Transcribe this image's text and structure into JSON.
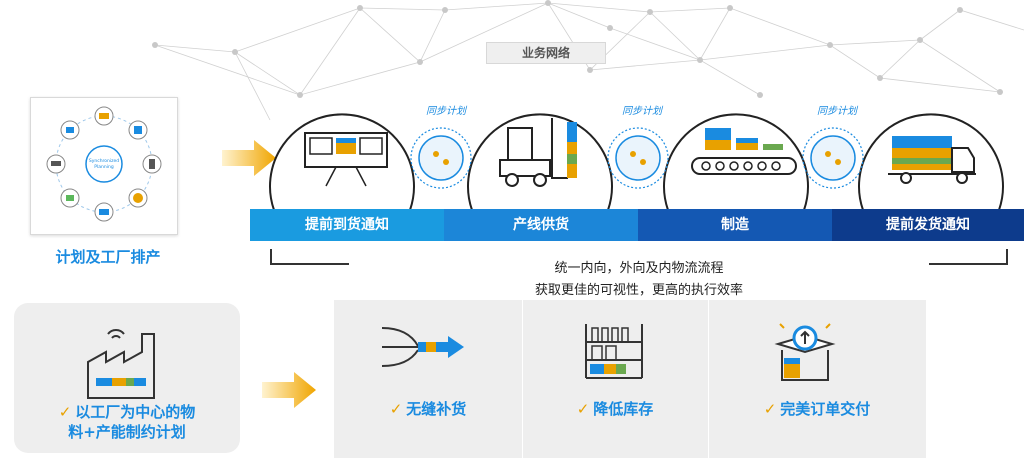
{
  "network": {
    "title": "业务网络"
  },
  "planning": {
    "label": "计划及工厂排产",
    "hub_text_1": "Synchronized",
    "hub_text_2": "Planning"
  },
  "sync_label": "同步计划",
  "stages": [
    {
      "label": "提前到货通知",
      "color": "#1a9be0"
    },
    {
      "label": "产线供货",
      "color": "#1c86d8"
    },
    {
      "label": "制造",
      "color": "#1458b3"
    },
    {
      "label": "提前发货通知",
      "color": "#0d3b8c"
    }
  ],
  "description": {
    "line1": "统一内向，外向及内物流流程",
    "line2": "获取更佳的可视性，更高的执行效率"
  },
  "factory": {
    "label_line1": "以工厂为中心的物",
    "label_line2": "料+产能制约计划"
  },
  "benefits": [
    {
      "label": "无缝补货"
    },
    {
      "label": "降低库存"
    },
    {
      "label": "完美订单交付"
    }
  ],
  "check_mark": "✓",
  "colors": {
    "accent_blue": "#1a8be0",
    "arrow_orange": "#f0a500",
    "dark_navy": "#0d3b8c"
  }
}
